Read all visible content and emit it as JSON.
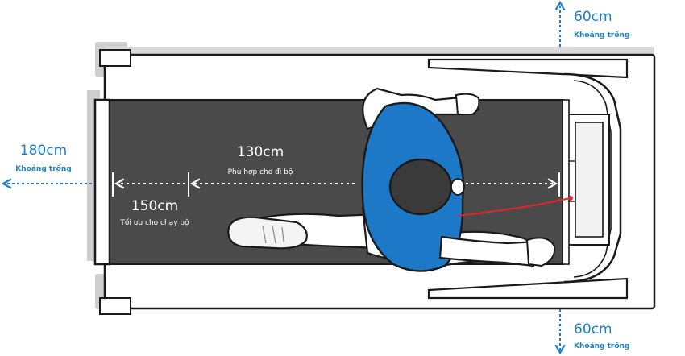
{
  "dimensions": {
    "top_clearance": {
      "value": "60cm",
      "caption": "Khoảng trống"
    },
    "bottom_clearance": {
      "value": "60cm",
      "caption": "Khoảng trống"
    },
    "rear_clearance": {
      "value": "180cm",
      "caption": "Khoảng trống"
    },
    "walking_length": {
      "value": "130cm",
      "caption": "Phù hợp cho đi bộ"
    },
    "running_length": {
      "value": "150cm",
      "caption": "Tối ưu cho chạy bộ"
    }
  },
  "colors": {
    "accent_blue": "#1c7fc4",
    "shirt_blue": "#1e78c8",
    "belt": "#4a4a4a",
    "frame": "#ffffff",
    "outline": "#1a1a1a",
    "safety_cord": "#e0262a"
  }
}
